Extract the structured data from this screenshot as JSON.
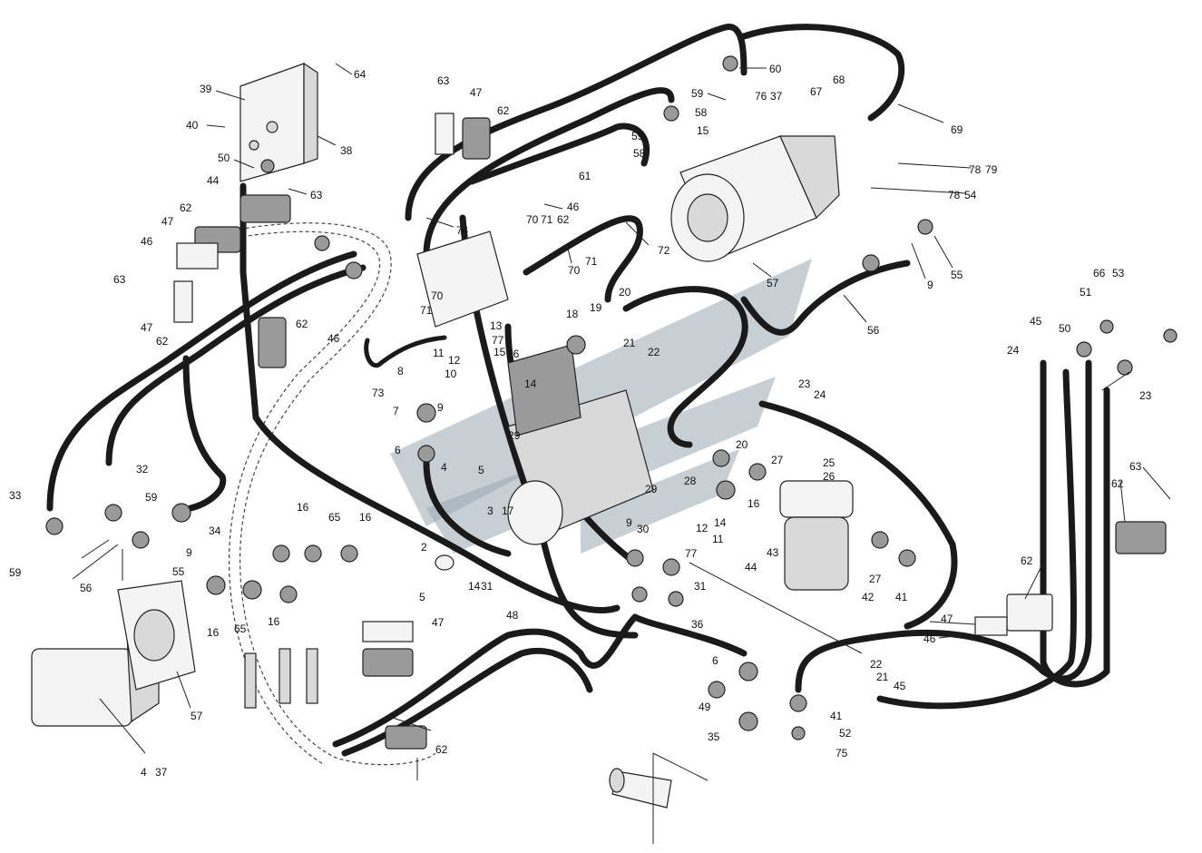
{
  "watermark_colors": {
    "logo": "#9aa7b0",
    "hose": "#1a1a1a"
  },
  "labels": [
    "64",
    "39",
    "40",
    "38",
    "50",
    "63",
    "44",
    "62",
    "47",
    "46",
    "63",
    "47",
    "62",
    "63",
    "47",
    "62",
    "61",
    "46",
    "62",
    "70",
    "71",
    "72",
    "70",
    "71",
    "74",
    "70",
    "71",
    "60",
    "59",
    "58",
    "15",
    "59",
    "58",
    "76",
    "37",
    "67",
    "68",
    "69",
    "78",
    "79",
    "78",
    "54",
    "55",
    "9",
    "56",
    "57",
    "73",
    "62",
    "46",
    "13",
    "77",
    "15",
    "16",
    "11",
    "12",
    "10",
    "14",
    "8",
    "7",
    "9",
    "6",
    "4",
    "5",
    "29",
    "3",
    "17",
    "2",
    "18",
    "19",
    "20",
    "21",
    "22",
    "23",
    "24",
    "20",
    "27",
    "28",
    "29",
    "25",
    "26",
    "16",
    "14",
    "12",
    "11",
    "9",
    "30",
    "77",
    "31",
    "14",
    "31",
    "48",
    "36",
    "43",
    "44",
    "42",
    "27",
    "41",
    "6",
    "49",
    "35",
    "41",
    "52",
    "75",
    "22",
    "21",
    "45",
    "47",
    "46",
    "62",
    "63",
    "62",
    "45",
    "24",
    "50",
    "51",
    "66",
    "53",
    "23",
    "33",
    "32",
    "59",
    "9",
    "34",
    "55",
    "59",
    "56",
    "16",
    "65",
    "16",
    "16",
    "65",
    "16",
    "5",
    "47",
    "62",
    "57",
    "4",
    "37"
  ]
}
